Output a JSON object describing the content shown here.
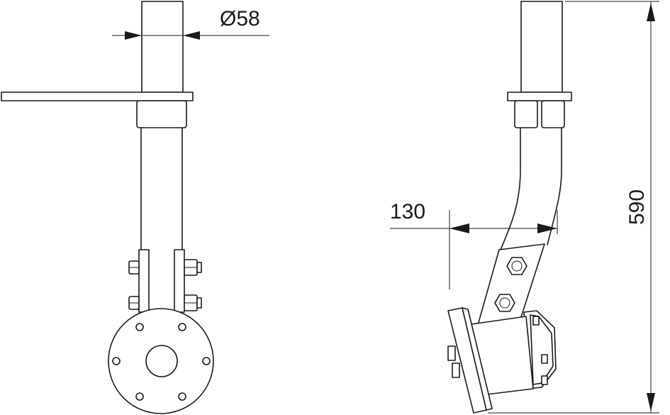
{
  "dimensions": {
    "diameter_label": "Ø58",
    "offset_label": "130",
    "height_label": "590"
  },
  "colors": {
    "line": "#1a1a1a",
    "background": "#ffffff"
  }
}
